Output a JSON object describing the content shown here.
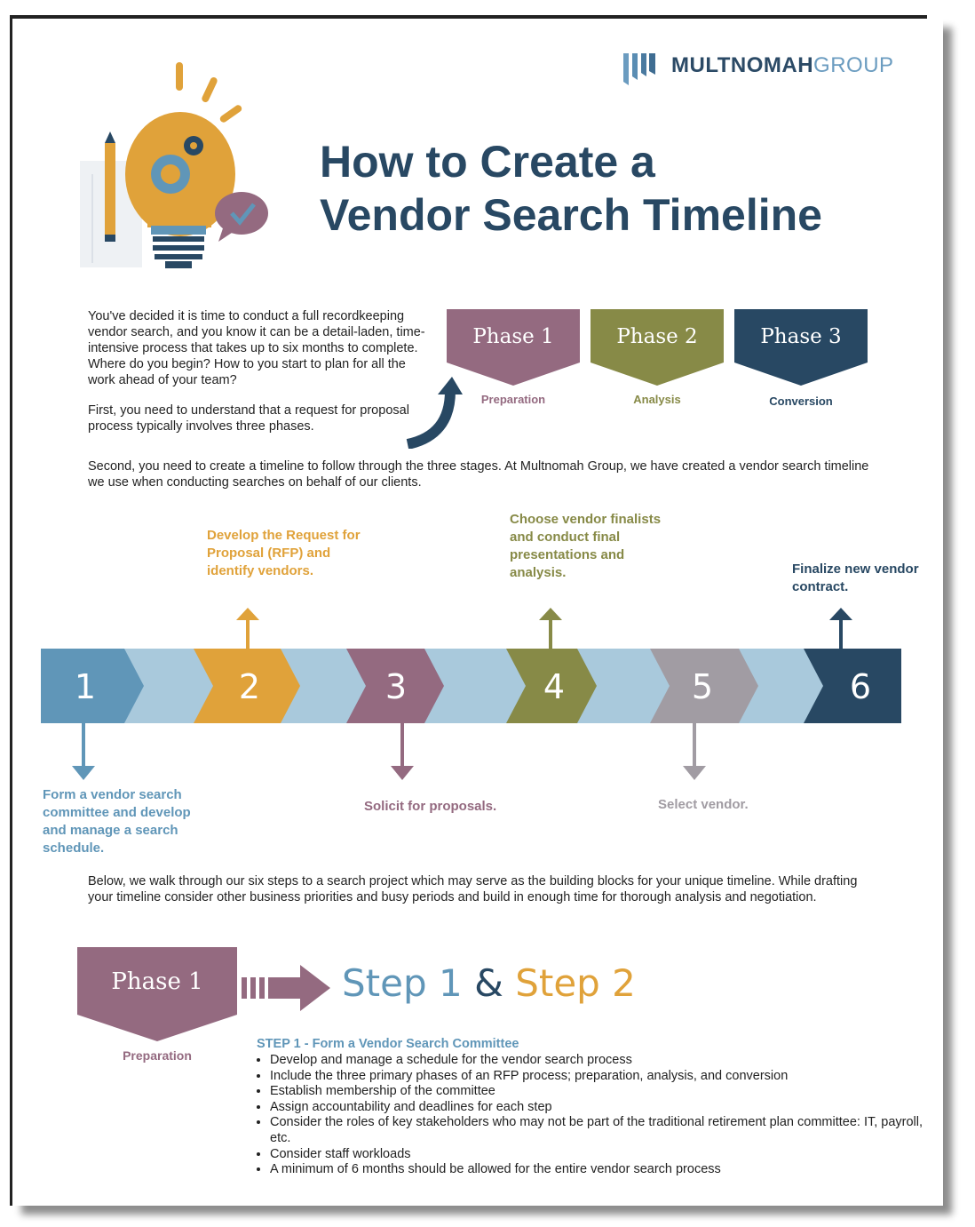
{
  "brand": {
    "name_bold": "MULTNOMAH",
    "name_light": "GROUP"
  },
  "title": {
    "line1": "How to Create a",
    "line2": "Vendor Search Timeline"
  },
  "intro": {
    "p1": "You've decided it is time to conduct a full recordkeeping vendor search, and you know it can be a detail-laden, time-intensive process that takes up to six months to complete. Where do you begin? How to you start to plan for all the work ahead of your team?",
    "p2": "First, you need to understand that a request for proposal process typically involves three phases.",
    "p3": "Second, you need to create a timeline to follow through the three stages. At Multnomah Group, we have created a vendor search timeline we use when conducting searches on behalf of our clients."
  },
  "phases": [
    {
      "label": "Phase 1",
      "sub": "Preparation",
      "color": "#946a80"
    },
    {
      "label": "Phase 2",
      "sub": "Analysis",
      "color": "#878a47"
    },
    {
      "label": "Phase 3",
      "sub": "Conversion",
      "color": "#284863"
    }
  ],
  "timeline": {
    "bar_color": "#a9c9dc",
    "steps": [
      {
        "num": "1",
        "color": "#6096b8",
        "text": "Form a vendor search committee and develop and manage a search schedule."
      },
      {
        "num": "2",
        "color": "#e0a23a",
        "text": "Develop the Request for Proposal (RFP) and identify vendors."
      },
      {
        "num": "3",
        "color": "#946a80",
        "text": "Solicit for proposals."
      },
      {
        "num": "4",
        "color": "#878a47",
        "text": "Choose vendor finalists and conduct final presentations and analysis."
      },
      {
        "num": "5",
        "color": "#a19ca3",
        "text": "Select vendor."
      },
      {
        "num": "6",
        "color": "#284863",
        "text": "Finalize new vendor contract."
      }
    ]
  },
  "below_text": "Below, we walk through our six steps to a search project which may serve as the building blocks for your unique timeline. While drafting your timeline consider other business priorities and busy periods and build in enough time for thorough analysis and negotiation.",
  "section": {
    "phase_label": "Phase 1",
    "phase_sub": "Preparation",
    "heading_step1": "Step 1",
    "heading_amp": "&",
    "heading_step2": "Step 2",
    "step1_title": "STEP 1 - Form a Vendor Search Committee",
    "bullets": [
      "Develop and manage a schedule for the vendor search process",
      "Include the three primary phases of an RFP process; preparation, analysis, and conversion",
      "Establish membership of the committee",
      "Assign accountability and deadlines for each step",
      "Consider the roles of key stakeholders who may not be part of the traditional retirement plan committee: IT, payroll, etc.",
      "Consider staff workloads",
      "A minimum of 6 months should be allowed for the entire vendor search process"
    ]
  }
}
